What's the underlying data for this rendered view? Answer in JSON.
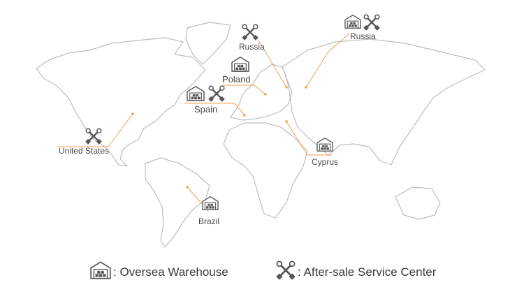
{
  "locations": [
    {
      "name": "Russia",
      "types": [
        "service"
      ]
    },
    {
      "name": "Russia",
      "types": [
        "warehouse",
        "service"
      ]
    },
    {
      "name": "Poland",
      "types": [
        "warehouse"
      ]
    },
    {
      "name": "Spain",
      "types": [
        "warehouse",
        "service"
      ]
    },
    {
      "name": "United States",
      "types": [
        "service"
      ]
    },
    {
      "name": "Cyprus",
      "types": [
        "warehouse"
      ]
    },
    {
      "name": "Brazil",
      "types": [
        "warehouse"
      ]
    }
  ],
  "legend": {
    "warehouse": {
      "icon": "warehouse-icon",
      "text": ": Oversea Warehouse"
    },
    "service": {
      "icon": "wrench-screwdriver-icon",
      "text": ": After-sale Service Center"
    }
  },
  "colors": {
    "accent": "#f0a04b",
    "outline": "#bdbdbd",
    "icon": "#555555",
    "text": "#4a4a4a"
  }
}
